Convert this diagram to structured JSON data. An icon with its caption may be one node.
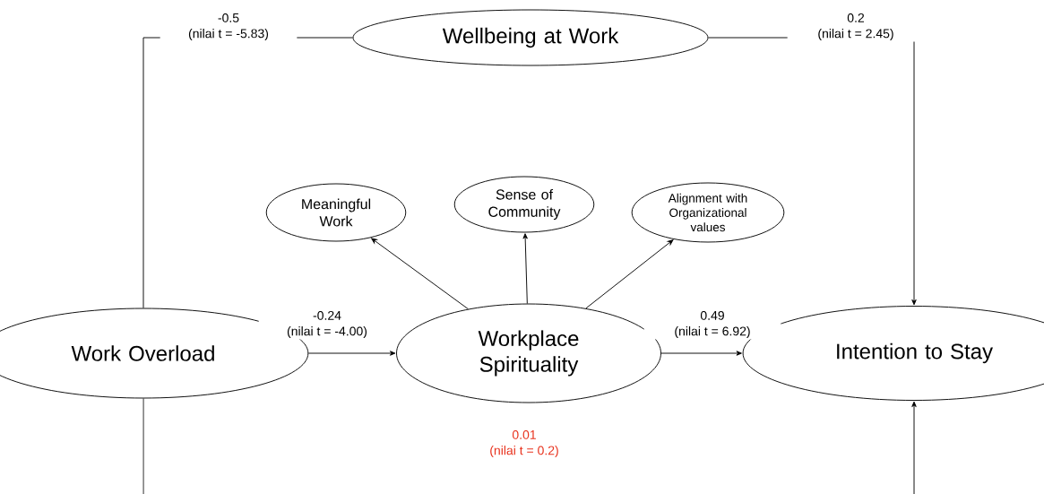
{
  "diagram": {
    "nodes": [
      {
        "text": [
          "Wellbeing at Work"
        ]
      },
      {
        "text": [
          "Meaningful Work"
        ]
      },
      {
        "text": [
          "Sense of Community"
        ]
      },
      {
        "text": [
          "Alignment with Organizational values"
        ]
      },
      {
        "text": [
          "Work Overload"
        ]
      },
      {
        "text": [
          "Workplace Spirituality"
        ]
      },
      {
        "text": [
          "Intention to Stay"
        ]
      }
    ],
    "edges": [
      {
        "from": 4,
        "to": 0,
        "arrow": "none",
        "label": "-0.5 (nilai t = -5.83)"
      },
      {
        "from": 0,
        "to": 6,
        "arrow": "to",
        "label": "0.2 (nilai t = 2.45)"
      },
      {
        "from": 4,
        "to": 5,
        "arrow": "to",
        "label": "-0.24 (nilai t = -4.00)"
      },
      {
        "from": 5,
        "to": 1,
        "arrow": "to"
      },
      {
        "from": 5,
        "to": 2,
        "arrow": "to"
      },
      {
        "from": 5,
        "to": 3,
        "arrow": "to"
      },
      {
        "from": 5,
        "to": 6,
        "arrow": "to",
        "label": "0.49 (nilai t = 6.92)"
      },
      {
        "from": 4,
        "to": 6,
        "arrow": "to",
        "label": "0.01 (nilai t = 0.2)"
      }
    ]
  }
}
